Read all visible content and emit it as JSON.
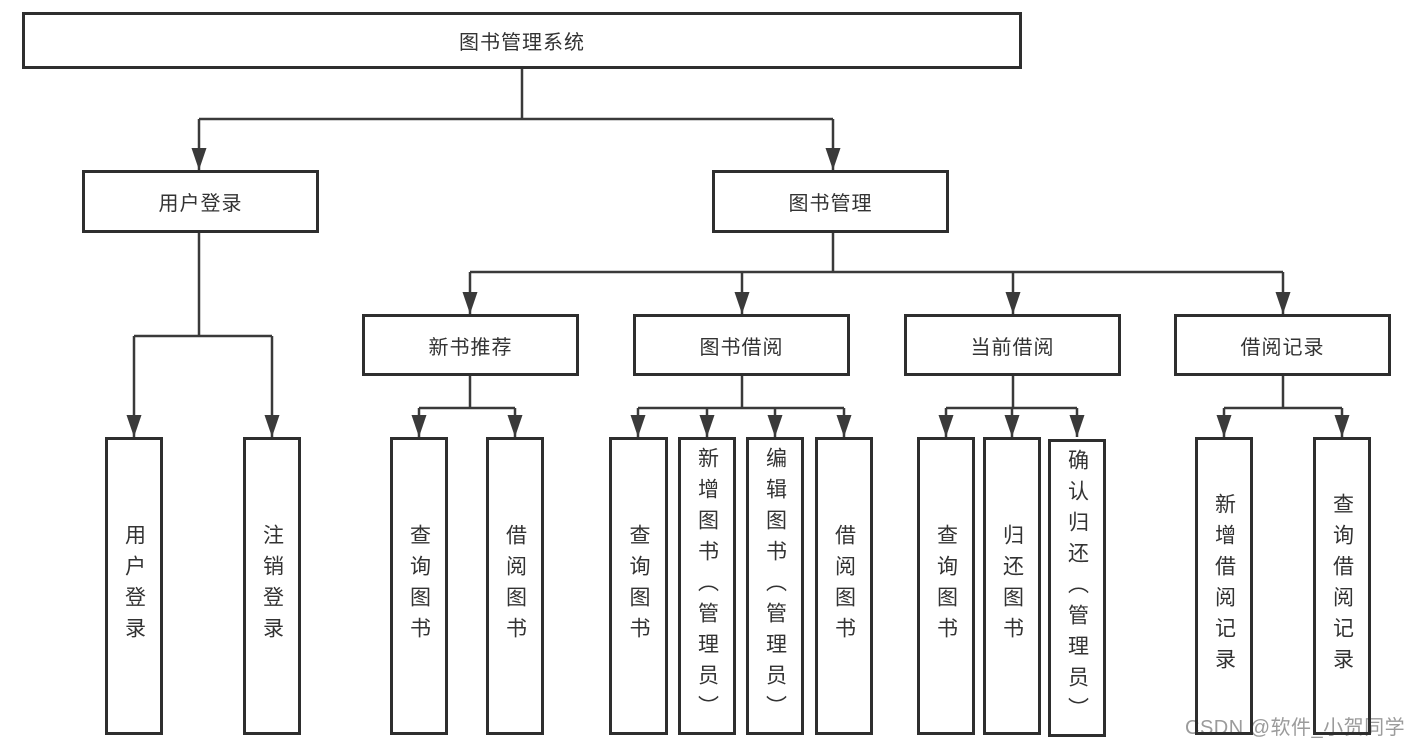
{
  "diagram": {
    "root": {
      "label": "图书管理系统",
      "children": [
        {
          "label": "用户登录",
          "children": [
            {
              "label": "用户登录"
            },
            {
              "label": "注销登录"
            }
          ]
        },
        {
          "label": "图书管理",
          "children": [
            {
              "label": "新书推荐",
              "children": [
                {
                  "label": "查询图书"
                },
                {
                  "label": "借阅图书"
                }
              ]
            },
            {
              "label": "图书借阅",
              "children": [
                {
                  "label": "查询图书"
                },
                {
                  "label": "新增图书（管理员）"
                },
                {
                  "label": "编辑图书（管理员）"
                },
                {
                  "label": "借阅图书"
                }
              ]
            },
            {
              "label": "当前借阅",
              "children": [
                {
                  "label": "查询图书"
                },
                {
                  "label": "归还图书"
                },
                {
                  "label": "确认归还（管理员）"
                }
              ]
            },
            {
              "label": "借阅记录",
              "children": [
                {
                  "label": "新增借阅记录"
                },
                {
                  "label": "查询借阅记录"
                }
              ]
            }
          ]
        }
      ]
    }
  },
  "watermark": {
    "text": "CSDN @软件_小贺同学"
  },
  "colors": {
    "box_border": "#2e2e2e",
    "connector": "#3a3a3a",
    "text": "#333333",
    "watermark": "#9b9b9b",
    "background": "#ffffff"
  }
}
